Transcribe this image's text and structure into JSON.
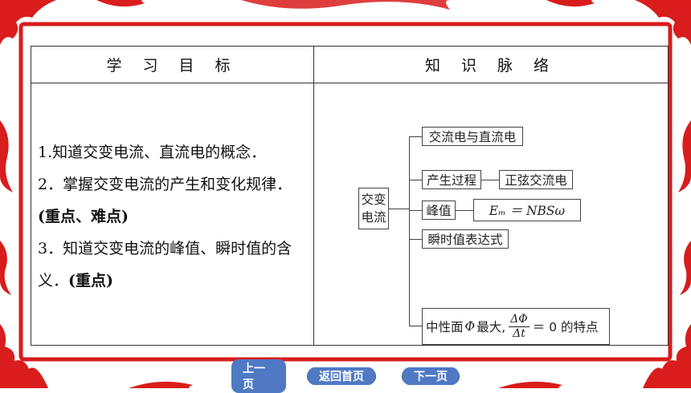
{
  "table": {
    "header_left": "学 习 目 标",
    "header_right": "知 识 脉 络"
  },
  "goals": {
    "line1": "1.知道交变电流、直流电的概念．",
    "line2_a": "2．掌握交变电流的产生和变化规律．",
    "line2_b": "(重点、难点)",
    "line3_a": "3．知道交变电流的峰值、瞬时值的含义．",
    "line3_b": "(重点)"
  },
  "diagram": {
    "root_1": "交变",
    "root_2": "电流",
    "node1": "交流电与直流电",
    "node2": "产生过程",
    "node2b": "正弦交流电",
    "node3": "峰值",
    "node3b": "Eₘ ＝ NBSω",
    "node4": "瞬时值表达式",
    "node5_a": "中性面",
    "node5_phi": "Φ",
    "node5_b": "最大,",
    "node5_num": "ΔΦ",
    "node5_den": "Δt",
    "node5_c": "＝ 0 的特点"
  },
  "nav": {
    "prev": "上一页",
    "home": "返回首页",
    "next": "下一页"
  },
  "colors": {
    "border_red": "#d91c1c",
    "nav_green": "#3b8b3b",
    "nav_blue": "#4f79c4"
  }
}
